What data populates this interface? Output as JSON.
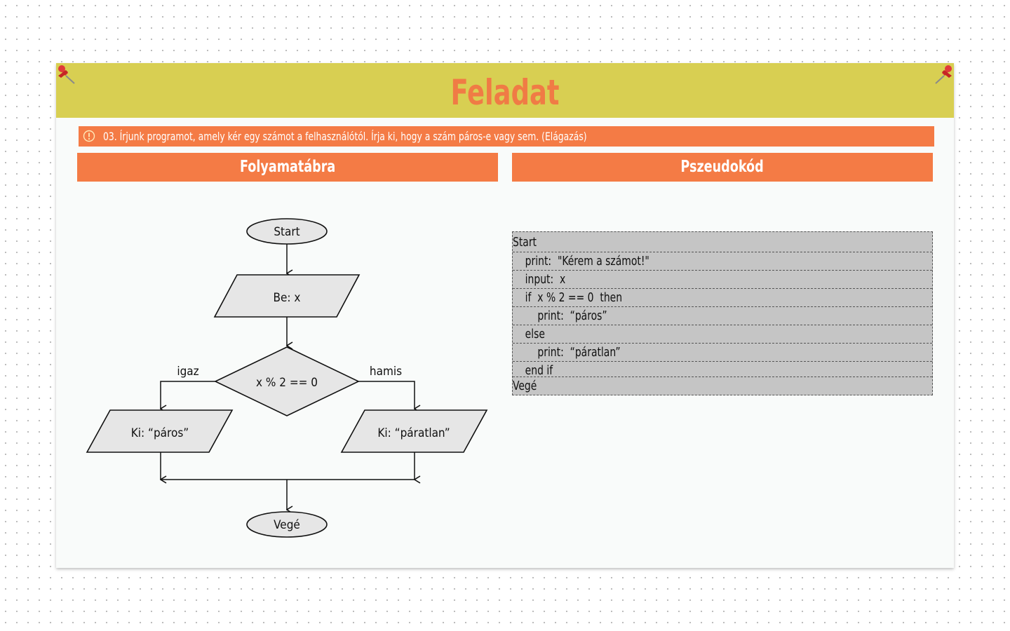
{
  "header": {
    "title": "Feladat",
    "pin_icon": "pushpin-icon"
  },
  "task": {
    "icon": "exclamation-circle-icon",
    "text": "03. Írjunk programot, amely kér egy számot a felhasználótól. Írja ki, hogy a szám páros-e vagy sem. (Elágazás)"
  },
  "sections": {
    "flowchart_title": "Folyamatábra",
    "pseudocode_title": "Pszeudokód"
  },
  "flowchart": {
    "start": "Start",
    "input": "Be: x",
    "decision": "x % 2 == 0",
    "true_label": "igaz",
    "false_label": "hamis",
    "output_true": "Ki: “páros”",
    "output_false": "Ki: “páratlan”",
    "end": "Vegé"
  },
  "pseudocode": {
    "lines": [
      "Start",
      "    print:  \"Kérem a számot!\"",
      "    input:  x",
      "    if  x % 2 == 0  then",
      "        print:  “páros”",
      "    else",
      "        print:  “páratlan”",
      "    end if",
      "Vegé"
    ]
  },
  "colors": {
    "header_bg": "#d8cf52",
    "title_color": "#f07b45",
    "accent": "#f47b45",
    "card_bg": "#f9fbfa",
    "shape_fill": "#e6e6e6",
    "code_bg": "#c5c5c5"
  }
}
